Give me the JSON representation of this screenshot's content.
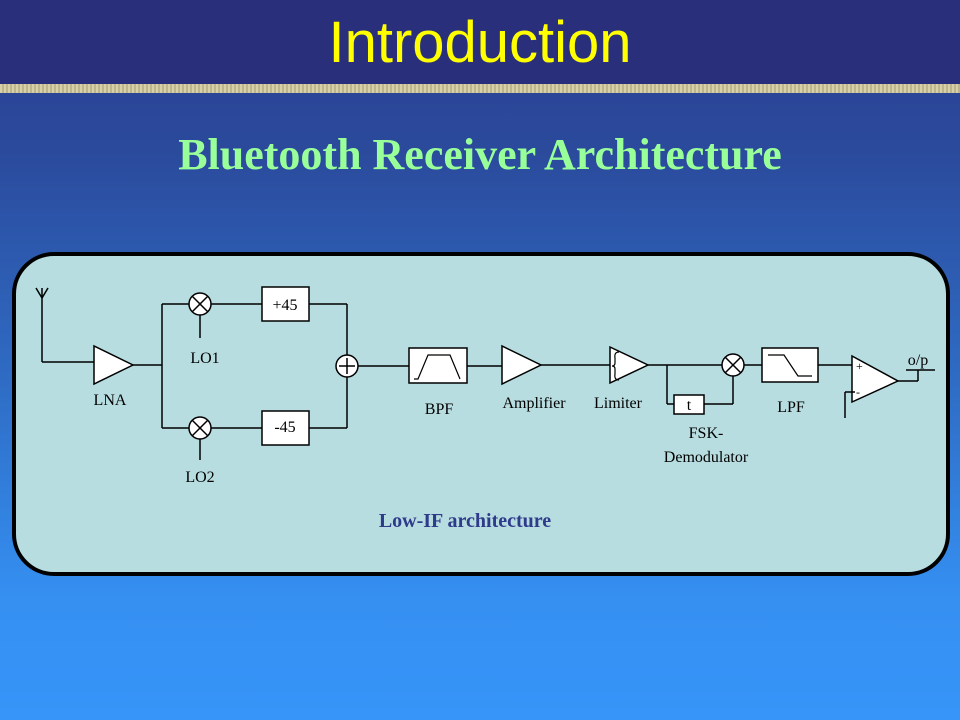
{
  "slide": {
    "title": "Introduction",
    "subtitle": "Bluetooth Receiver Architecture"
  },
  "diagram": {
    "caption": "Low-IF architecture",
    "labels": {
      "lna": "LNA",
      "lo1": "LO1",
      "lo2": "LO2",
      "plus45": "+45",
      "minus45": "-45",
      "bpf": "BPF",
      "amplifier": "Amplifier",
      "limiter": "Limiter",
      "delay": "t",
      "demod_line1": "FSK-",
      "demod_line2": "Demodulator",
      "lpf": "LPF",
      "output": "o/p",
      "comp_plus": "+",
      "comp_minus": "-"
    }
  },
  "colors": {
    "title_bar": "#2a2f7c",
    "title_text": "#ffff00",
    "subtitle_text": "#99ff99",
    "panel_fill": "#b7dde0",
    "caption_text": "#2e3a8a"
  }
}
